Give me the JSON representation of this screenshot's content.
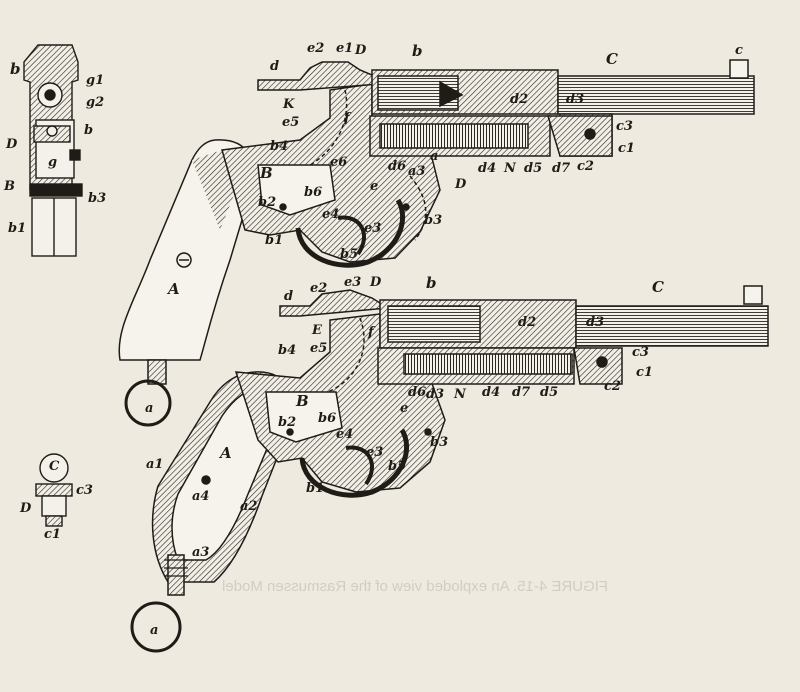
{
  "figure": {
    "reverse_show_through": "FIGURE 4-15. An exploded view of the Rasmussen Model"
  },
  "labels": {
    "fig_top": [
      "d",
      "e2",
      "e1",
      "D",
      "b",
      "C",
      "c",
      "K",
      "e5",
      "f",
      "d2",
      "d3",
      "c3",
      "c1",
      "b4",
      "e6",
      "a3",
      "a",
      "d6",
      "D",
      "d4",
      "N",
      "d5",
      "d7",
      "c2",
      "B",
      "e",
      "b6",
      "e4",
      "b2",
      "e3",
      "b3",
      "b1",
      "b5",
      "A",
      "a"
    ],
    "fig_bottom": [
      "d",
      "e2",
      "e3",
      "D",
      "b",
      "C",
      "E",
      "e5",
      "f",
      "d2",
      "d3",
      "c3",
      "b4",
      "d6",
      "d3",
      "N",
      "d4",
      "d7",
      "d5",
      "c2",
      "c1",
      "e",
      "B",
      "b2",
      "b6",
      "e4",
      "b3",
      "e3",
      "b5",
      "a1",
      "A",
      "a4",
      "a2",
      "b1",
      "a3",
      "a"
    ],
    "detail_top": [
      "b",
      "g1",
      "g2",
      "b",
      "D",
      "g",
      "B",
      "b3",
      "b1"
    ],
    "detail_small": [
      "C",
      "c3",
      "D",
      "c1"
    ]
  }
}
